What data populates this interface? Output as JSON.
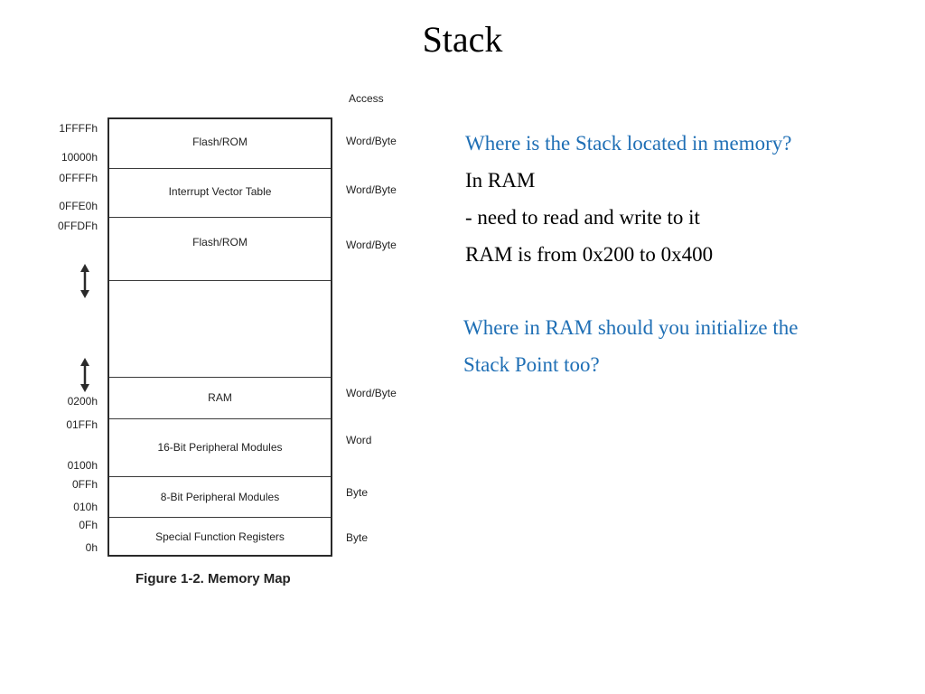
{
  "slide": {
    "title": "Stack"
  },
  "memory_map": {
    "access_header": "Access",
    "caption": "Figure 1-2. Memory Map",
    "regions": [
      {
        "label": "Flash/ROM",
        "access": "Word/Byte"
      },
      {
        "label": "Interrupt Vector Table",
        "access": "Word/Byte"
      },
      {
        "label": "Flash/ROM",
        "access": "Word/Byte"
      },
      {
        "label": "",
        "access": ""
      },
      {
        "label": "RAM",
        "access": "Word/Byte"
      },
      {
        "label": "16-Bit Peripheral Modules",
        "access": "Word"
      },
      {
        "label": "8-Bit Peripheral Modules",
        "access": "Byte"
      },
      {
        "label": "Special Function Registers",
        "access": "Byte"
      }
    ],
    "addresses": [
      "1FFFFh",
      "10000h",
      "0FFFFh",
      "0FFE0h",
      "0FFDFh",
      "0200h",
      "01FFh",
      "0100h",
      "0FFh",
      "010h",
      "0Fh",
      "0h"
    ]
  },
  "content": {
    "q1": "Where is the Stack located in memory?",
    "a1": "In RAM",
    "a2": "- need to read and write to it",
    "a3": "RAM is from 0x200 to 0x400",
    "q2_line1": "Where in RAM should you initialize the",
    "q2_line2": "Stack Point too?"
  },
  "colors": {
    "question": "#1f6fb5",
    "answer": "#000000"
  }
}
